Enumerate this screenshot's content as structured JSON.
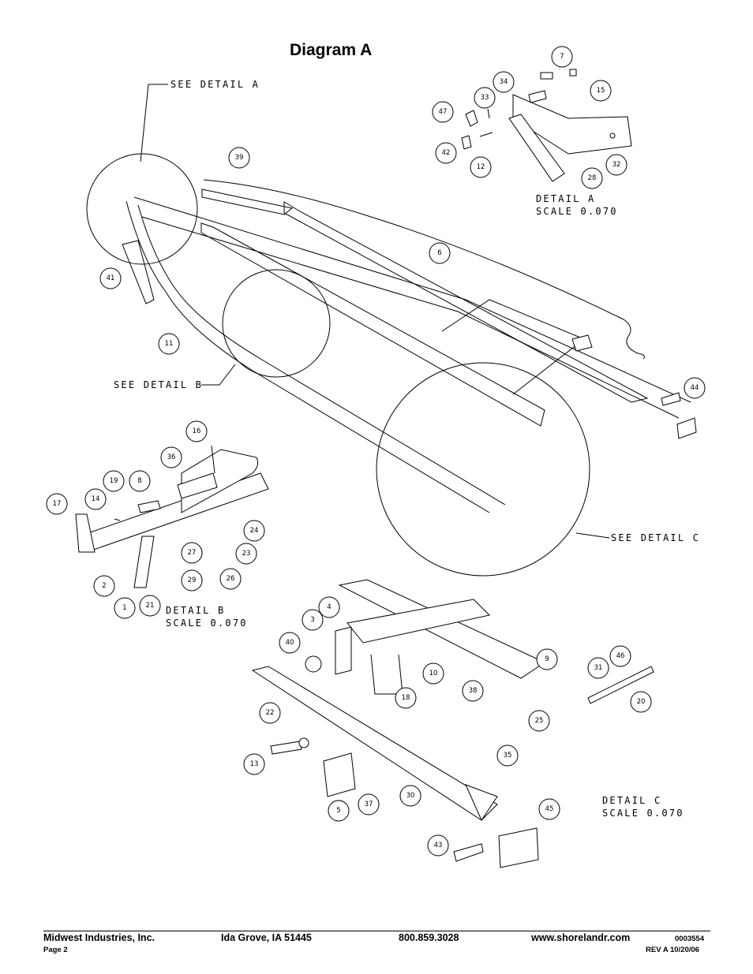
{
  "title": "Diagram A",
  "see_labels": {
    "a": "SEE DETAIL  A",
    "b": "SEE DETAIL  B",
    "c": "SEE DETAIL  C"
  },
  "details": {
    "a": {
      "name": "DETAIL  A",
      "scale": "SCALE  0.070"
    },
    "b": {
      "name": "DETAIL  B",
      "scale": "SCALE  0.070"
    },
    "c": {
      "name": "DETAIL  C",
      "scale": "SCALE  0.070"
    }
  },
  "callouts": {
    "n7": "7",
    "n34": "34",
    "n33": "33",
    "n15": "15",
    "n47": "47",
    "n42": "42",
    "n12": "12",
    "n28": "28",
    "n32": "32",
    "n39": "39",
    "n6": "6",
    "n41": "41",
    "n11": "11",
    "n44": "44",
    "n16": "16",
    "n36": "36",
    "n19": "19",
    "n8": "8",
    "n14": "14",
    "n17": "17",
    "n24": "24",
    "n27": "27",
    "n23": "23",
    "n2": "2",
    "n29": "29",
    "n26": "26",
    "n1": "1",
    "n21": "21",
    "n4": "4",
    "n3": "3",
    "n40": "40",
    "n9": "9",
    "n10": "10",
    "n46": "46",
    "n31": "31",
    "n18": "18",
    "n38": "38",
    "n20": "20",
    "n22": "22",
    "n25": "25",
    "n35": "35",
    "n13": "13",
    "n30": "30",
    "n37": "37",
    "n5": "5",
    "n45": "45",
    "n43": "43"
  },
  "footer": {
    "company": "Midwest Industries, Inc.",
    "page": "Page 2",
    "city": "Ida Grove, IA  51445",
    "phone": "800.859.3028",
    "website": "www.shorelandr.com",
    "doc_number": "0003554",
    "revision": "REV A  10/20/06"
  }
}
